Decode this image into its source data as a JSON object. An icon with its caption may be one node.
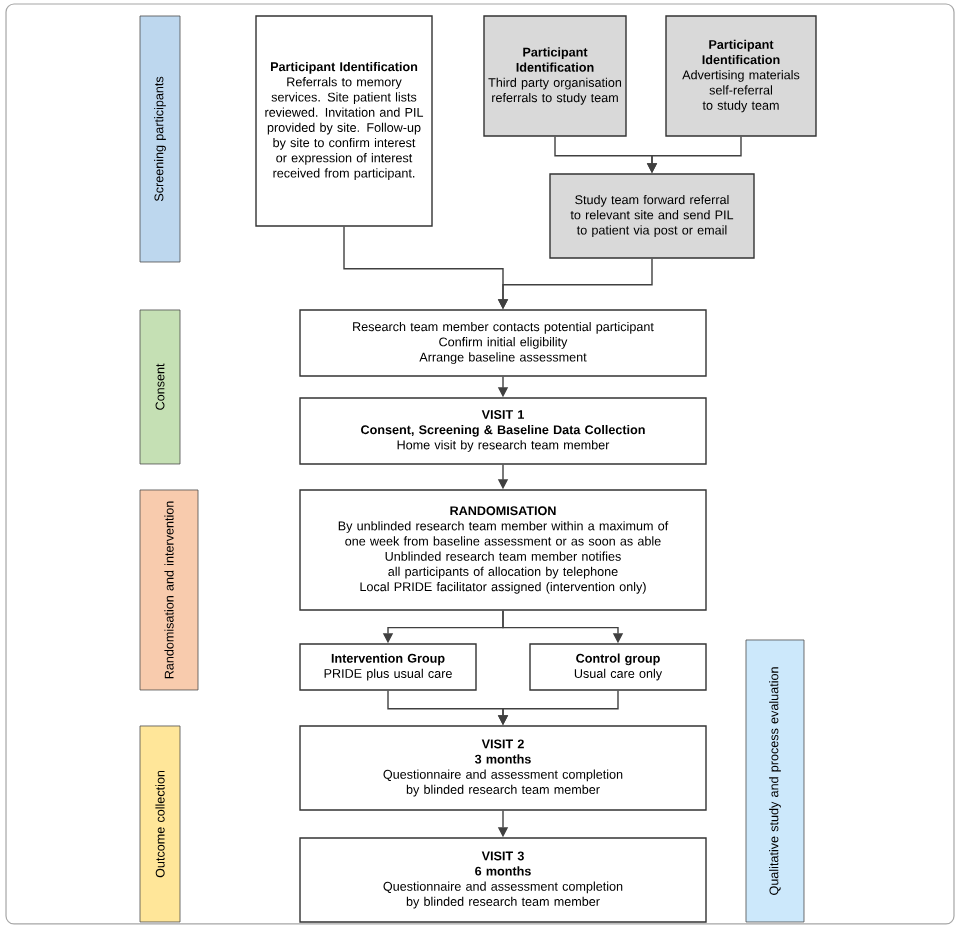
{
  "diagram": {
    "nodes": [
      {
        "text": [
          "Screening participants"
        ]
      },
      {
        "text": [
          "Participant Identification",
          "Referrals to memory services. Site patient lists reviewed. Invitation and PIL provided by site. Follow-up by site to confirm interest or expression of interest received from participant."
        ]
      },
      {
        "text": [
          "Participant Identification",
          "Third party organisation referrals to study team"
        ]
      },
      {
        "text": [
          "Participant Identification",
          "Advertising materials self-referral to study team"
        ]
      },
      {
        "text": [
          "Study team forward referral to relevant site and send PIL to patient via post or email"
        ]
      },
      {
        "text": [
          "Research team member contacts potential participant",
          "Confirm initial eligibility",
          "Arrange baseline assessment"
        ]
      },
      {
        "text": [
          "Consent"
        ]
      },
      {
        "text": [
          "VISIT 1",
          "Consent, Screening & Baseline Data Collection",
          "Home visit by research team member"
        ]
      },
      {
        "text": [
          "Randomisation and intervention"
        ]
      },
      {
        "text": [
          "RANDOMISATION",
          "By unblinded research team member within a maximum of one week from baseline assessment or as soon as able",
          "Unblinded research team member notifies all participants of allocation by telephone",
          "Local PRIDE facilitator assigned (intervention only)"
        ]
      },
      {
        "text": [
          "Intervention Group",
          "PRIDE plus usual care"
        ]
      },
      {
        "text": [
          "Control group",
          "Usual care only"
        ]
      },
      {
        "text": [
          "Outcome collection"
        ]
      },
      {
        "text": [
          "VISIT 2",
          "3 months",
          "Questionnaire and assessment completion by blinded research team member"
        ]
      },
      {
        "text": [
          "VISIT 3",
          "6 months",
          "Questionnaire and assessment completion by blinded research team member"
        ]
      },
      {
        "text": [
          "Qualitative study and process evaluation"
        ]
      }
    ],
    "edges": [
      {
        "from": 2,
        "to": 4,
        "arrow": "to"
      },
      {
        "from": 3,
        "to": 4,
        "arrow": "to"
      },
      {
        "from": 1,
        "to": 5,
        "arrow": "to"
      },
      {
        "from": 4,
        "to": 5,
        "arrow": "to"
      },
      {
        "from": 5,
        "to": 7,
        "arrow": "to"
      },
      {
        "from": 7,
        "to": 9,
        "arrow": "to"
      },
      {
        "from": 9,
        "to": 10,
        "arrow": "to"
      },
      {
        "from": 9,
        "to": 11,
        "arrow": "to"
      },
      {
        "from": 10,
        "to": 13,
        "arrow": "to"
      },
      {
        "from": 11,
        "to": 13,
        "arrow": "to"
      },
      {
        "from": 13,
        "to": 14,
        "arrow": "to"
      }
    ]
  }
}
